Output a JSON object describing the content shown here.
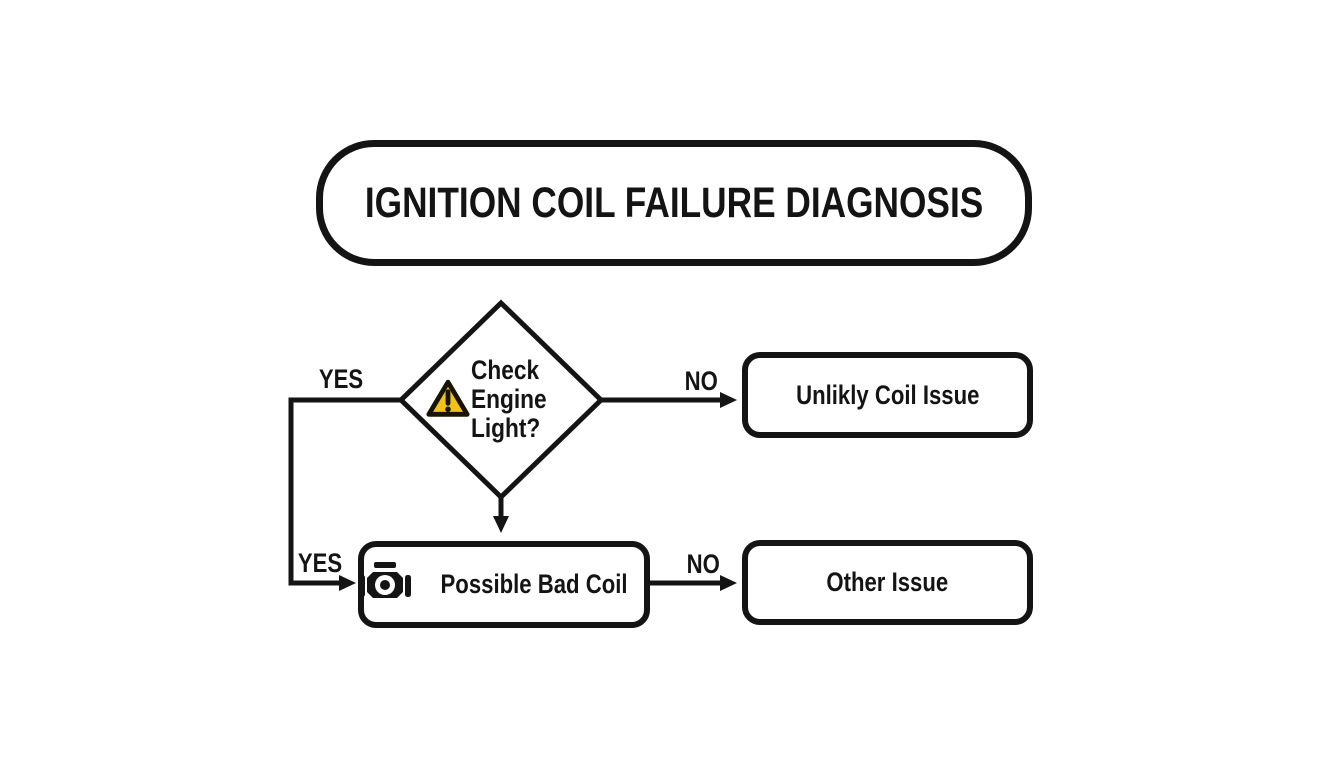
{
  "title": "IGNITION COIL FAILURE DIAGNOSIS",
  "decision": {
    "lines": [
      "Check",
      "Engine",
      "Light?"
    ],
    "icon": "warning-triangle"
  },
  "nodes": {
    "unlikely": {
      "label": "Unlikly Coil Issue"
    },
    "possible": {
      "label": "Possible Bad Coil",
      "icon": "engine-check-light"
    },
    "other": {
      "label": "Other Issue"
    }
  },
  "edges": {
    "yes_top": {
      "label": "YES"
    },
    "no_top": {
      "label": "NO"
    },
    "yes_bottom": {
      "label": "YES"
    },
    "no_bottom": {
      "label": "NO"
    }
  },
  "colors": {
    "line": "#141414",
    "background": "#ffffff",
    "warning_yellow": "#F4C211"
  }
}
